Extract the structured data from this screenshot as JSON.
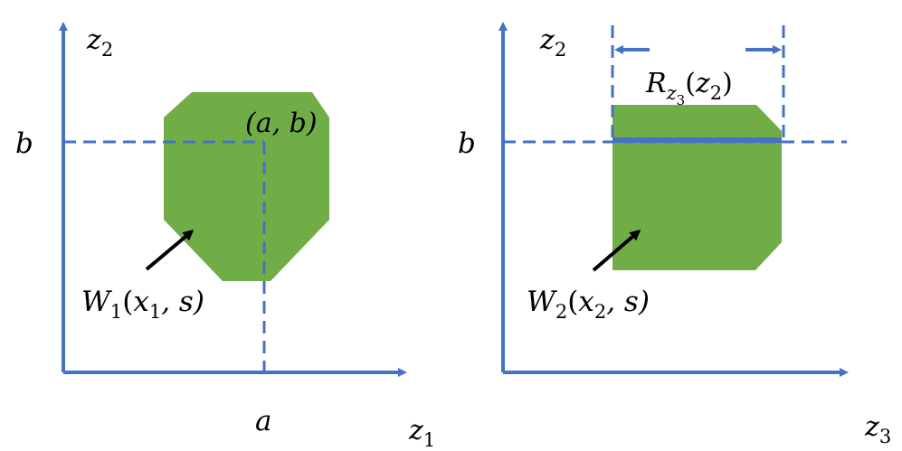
{
  "colors": {
    "axis": "#4472C4",
    "region": "#70AD47",
    "arrow": "#000000"
  },
  "left_panel": {
    "y_axis": {
      "var": "z",
      "sub": "2"
    },
    "x_axis": {
      "var": "z",
      "sub": "1"
    },
    "tick_x": "a",
    "tick_y": "b",
    "point_label": "(a, b)",
    "region_label": {
      "var": "W",
      "sub": "1",
      "args_open": "(",
      "arg1": "x",
      "arg1_sub": "1",
      "rest": ", s)"
    }
  },
  "right_panel": {
    "y_axis": {
      "var": "z",
      "sub": "2"
    },
    "x_axis": {
      "var": "z",
      "sub": "3"
    },
    "tick_y": "b",
    "range_label": {
      "var": "R",
      "sub": "z",
      "subsub": "3",
      "arg_open": "(",
      "arg": "z",
      "arg_sub": "2",
      "arg_close": ")"
    },
    "region_label": {
      "var": "W",
      "sub": "2",
      "args_open": "(",
      "arg1": "x",
      "arg1_sub": "2",
      "rest": ", s)"
    }
  }
}
